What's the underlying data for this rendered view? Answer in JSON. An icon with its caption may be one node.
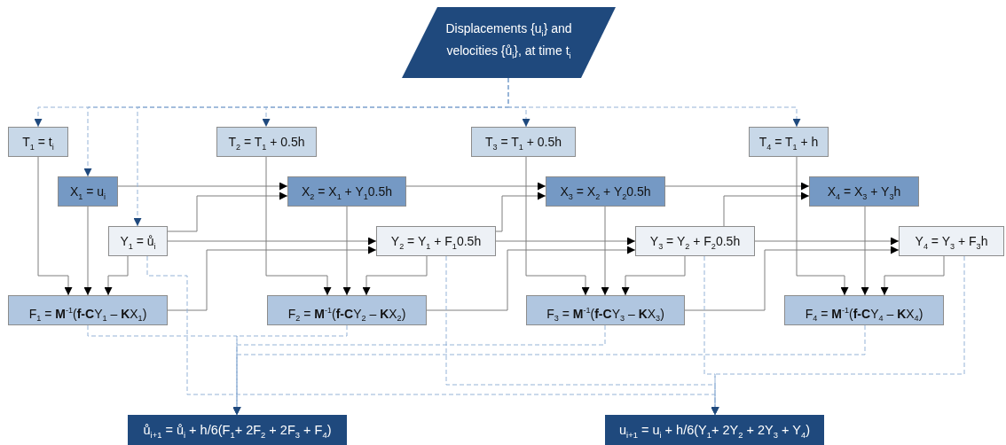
{
  "diagram": {
    "nodes": [
      {
        "text": [
          "Displacements {u$_{i}$} and velocities {ů$_{i}$}, at time t$_{i}$"
        ]
      },
      {
        "text": [
          "T$_{1}$ = t$_{i}$"
        ]
      },
      {
        "text": [
          "T$_{2}$ = T$_{1}$ + 0.5h"
        ]
      },
      {
        "text": [
          "T$_{3}$ = T$_{1}$ + 0.5h"
        ]
      },
      {
        "text": [
          "T$_{4}$ = T$_{1}$ + h"
        ]
      },
      {
        "text": [
          "X$_{1}$ = u$_{i}$"
        ]
      },
      {
        "text": [
          "X$_{2}$ = X$_{1}$ + Y$_{1}$0.5h"
        ]
      },
      {
        "text": [
          "X$_{3}$ = X$_{2}$ + Y$_{2}$0.5h"
        ]
      },
      {
        "text": [
          "X$_{4}$ = X$_{3}$ + Y$_{3}$h"
        ]
      },
      {
        "text": [
          "Y$_{1}$ = ů$_{i}$"
        ]
      },
      {
        "text": [
          "Y$_{2}$ = Y$_{1}$ + F$_{1}$0.5h"
        ]
      },
      {
        "text": [
          "Y$_{3}$ = Y$_{2}$ + F$_{2}$0.5h"
        ]
      },
      {
        "text": [
          "Y$_{4}$ = Y$_{3}$ + F$_{3}$h"
        ]
      },
      {
        "text": [
          "F$_{1}$ = **M**$^{-1}$(**f-C**Y$_{1}$ – **K**X$_{1}$)"
        ]
      },
      {
        "text": [
          "F$_{2}$ = **M**$^{-1}$(**f-C**Y$_{2}$ – **K**X$_{2}$)"
        ]
      },
      {
        "text": [
          "F$_{3}$ = **M**$^{-1}$(**f-C**Y$_{3}$ – **K**X$_{3}$)"
        ]
      },
      {
        "text": [
          "F$_{4}$ = **M**$^{-1}$(**f-C**Y$_{4}$ – **K**X$_{4}$)"
        ]
      },
      {
        "text": [
          "ů$_{i+1}$ = ů$_{i}$ + h/6(F$_{1}$+ 2F$_{2}$ + 2F$_{3}$ + F$_{4}$)"
        ]
      },
      {
        "text": [
          "u$_{i+1}$ = u$_{i}$ + h/6(Y$_{1}$+ 2Y$_{2}$ + 2Y$_{3}$ + Y$_{4}$)"
        ]
      }
    ],
    "edges": [
      {
        "from": 1,
        "to": 13,
        "arrow": "to"
      },
      {
        "from": 5,
        "to": 13,
        "arrow": "to"
      },
      {
        "from": 9,
        "to": 13,
        "arrow": "to"
      },
      {
        "from": 5,
        "to": 6,
        "arrow": "to"
      },
      {
        "from": 9,
        "to": 6,
        "arrow": "to"
      },
      {
        "from": 9,
        "to": 10,
        "arrow": "to"
      },
      {
        "from": 13,
        "to": 10,
        "arrow": "to"
      },
      {
        "from": 2,
        "to": 14,
        "arrow": "to"
      },
      {
        "from": 6,
        "to": 14,
        "arrow": "to"
      },
      {
        "from": 10,
        "to": 14,
        "arrow": "to"
      },
      {
        "from": 6,
        "to": 7,
        "arrow": "to"
      },
      {
        "from": 10,
        "to": 7,
        "arrow": "to"
      },
      {
        "from": 10,
        "to": 11,
        "arrow": "to"
      },
      {
        "from": 14,
        "to": 11,
        "arrow": "to"
      },
      {
        "from": 3,
        "to": 15,
        "arrow": "to"
      },
      {
        "from": 7,
        "to": 15,
        "arrow": "to"
      },
      {
        "from": 11,
        "to": 15,
        "arrow": "to"
      },
      {
        "from": 7,
        "to": 8,
        "arrow": "to"
      },
      {
        "from": 11,
        "to": 8,
        "arrow": "to"
      },
      {
        "from": 11,
        "to": 12,
        "arrow": "to"
      },
      {
        "from": 15,
        "to": 12,
        "arrow": "to"
      },
      {
        "from": 4,
        "to": 16,
        "arrow": "to"
      },
      {
        "from": 8,
        "to": 16,
        "arrow": "to"
      },
      {
        "from": 12,
        "to": 16,
        "arrow": "to"
      },
      {
        "from": 0,
        "to": 1,
        "arrow": "to",
        "style": "dashed",
        "color": "#95b3d7"
      },
      {
        "from": 0,
        "to": 5,
        "arrow": "to",
        "style": "dashed",
        "color": "#95b3d7"
      },
      {
        "from": 0,
        "to": 9,
        "arrow": "to",
        "style": "dashed",
        "color": "#95b3d7"
      },
      {
        "from": 0,
        "to": 2,
        "arrow": "to",
        "style": "dashed",
        "color": "#95b3d7"
      },
      {
        "from": 0,
        "to": 3,
        "arrow": "to",
        "style": "dashed",
        "color": "#95b3d7"
      },
      {
        "from": 0,
        "to": 4,
        "arrow": "to",
        "style": "dashed",
        "color": "#95b3d7"
      },
      {
        "from": 13,
        "to": 17,
        "arrow": "to",
        "style": "dashed",
        "color": "#95b3d7"
      },
      {
        "from": 14,
        "to": 17,
        "arrow": "to",
        "style": "dashed",
        "color": "#95b3d7"
      },
      {
        "from": 15,
        "to": 17,
        "arrow": "to",
        "style": "dashed",
        "color": "#95b3d7"
      },
      {
        "from": 16,
        "to": 17,
        "arrow": "to",
        "style": "dashed",
        "color": "#95b3d7"
      },
      {
        "from": 9,
        "to": 18,
        "arrow": "to",
        "style": "dashed",
        "color": "#95b3d7"
      },
      {
        "from": 10,
        "to": 18,
        "arrow": "to",
        "style": "dashed",
        "color": "#95b3d7"
      },
      {
        "from": 11,
        "to": 18,
        "arrow": "to",
        "style": "dashed",
        "color": "#95b3d7"
      },
      {
        "from": 12,
        "to": 18,
        "arrow": "to",
        "style": "dashed",
        "color": "#95b3d7"
      }
    ]
  }
}
